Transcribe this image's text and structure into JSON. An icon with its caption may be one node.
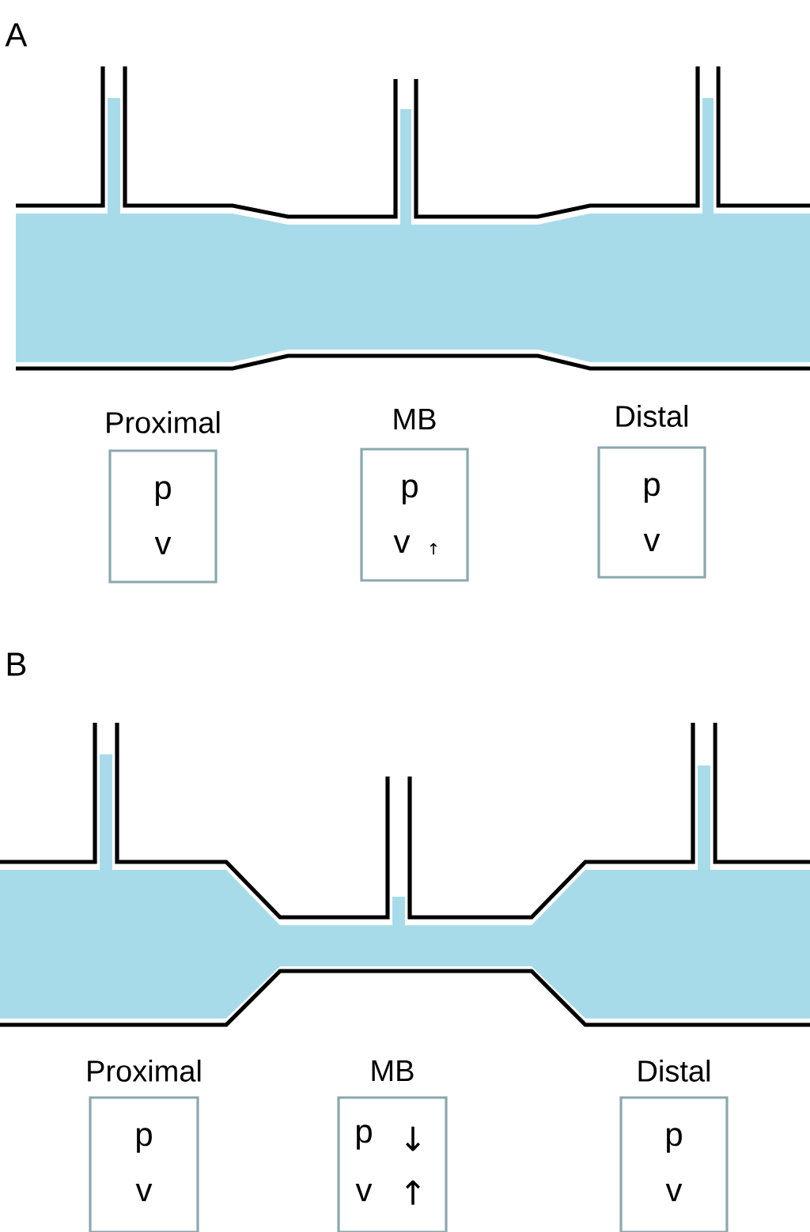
{
  "diagram": {
    "nodes": [
      {
        "text": [
          "Proximal",
          "p",
          "v"
        ]
      },
      {
        "text": [
          "MB",
          "p",
          "v",
          "↑"
        ]
      },
      {
        "text": [
          "Distal",
          "p",
          "v"
        ]
      },
      {
        "text": [
          "Proximal",
          "p",
          "v"
        ]
      },
      {
        "text": [
          "MB",
          "p",
          "↓",
          "v",
          "↑"
        ]
      },
      {
        "text": [
          "Distal",
          "p",
          "v"
        ]
      }
    ],
    "labels": [
      "A",
      "B"
    ]
  }
}
